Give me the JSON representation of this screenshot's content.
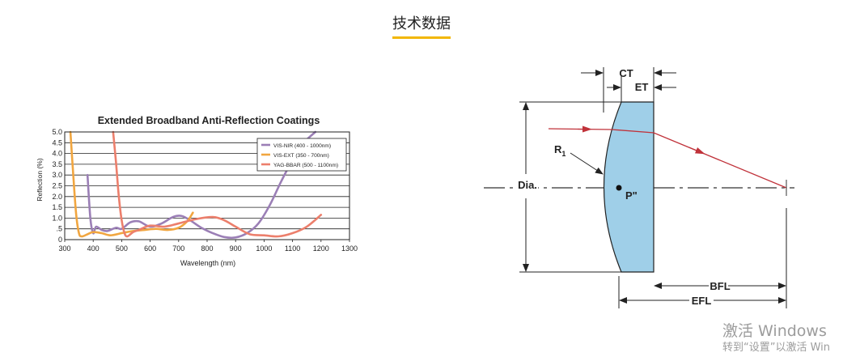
{
  "heading": "技术数据",
  "chart_data": {
    "type": "line",
    "title": "Extended Broadband Anti-Reflection Coatings",
    "xlabel": "Wavelength (nm)",
    "ylabel": "Reflection (%)",
    "xlim": [
      300,
      1300
    ],
    "ylim": [
      0,
      5.0
    ],
    "xticks": [
      300,
      400,
      500,
      600,
      700,
      800,
      900,
      1000,
      1100,
      1200,
      1300
    ],
    "yticks": [
      0,
      0.5,
      1.0,
      1.5,
      2.0,
      2.5,
      3.0,
      3.5,
      4.0,
      4.5,
      5.0
    ],
    "ytick_labels": [
      "0",
      ".5",
      "1.0",
      "1.5",
      "2.0",
      "2.5",
      "3.0",
      "3.5",
      "4.0",
      "4.5",
      "5.0"
    ],
    "grid": "horizontal",
    "legend_position": "top-right",
    "series": [
      {
        "name": "VIS-NIR (400 - 1000nm)",
        "color": "#9b7fb6",
        "x": [
          380,
          390,
          400,
          410,
          430,
          450,
          480,
          500,
          530,
          560,
          600,
          640,
          680,
          710,
          740,
          780,
          820,
          860,
          900,
          940,
          980,
          1020,
          1060,
          1100,
          1140,
          1180
        ],
        "y": [
          3.0,
          1.0,
          0.3,
          0.6,
          0.45,
          0.4,
          0.55,
          0.5,
          0.8,
          0.85,
          0.6,
          0.75,
          1.05,
          1.1,
          0.9,
          0.55,
          0.3,
          0.12,
          0.1,
          0.3,
          0.75,
          1.6,
          2.7,
          3.7,
          4.5,
          5.0
        ]
      },
      {
        "name": "VIS-EXT (350 - 700nm)",
        "color": "#f1a640",
        "x": [
          320,
          330,
          340,
          350,
          360,
          380,
          400,
          430,
          460,
          500,
          540,
          580,
          620,
          660,
          700,
          730,
          750
        ],
        "y": [
          5.0,
          3.0,
          1.2,
          0.3,
          0.15,
          0.25,
          0.35,
          0.3,
          0.2,
          0.3,
          0.4,
          0.45,
          0.5,
          0.45,
          0.55,
          0.85,
          1.25
        ]
      },
      {
        "name": "YAG-BBAR (500 - 1100nm)",
        "color": "#ec7f6c",
        "x": [
          470,
          480,
          490,
          500,
          510,
          520,
          540,
          560,
          600,
          650,
          700,
          760,
          820,
          860,
          900,
          950,
          1000,
          1050,
          1100,
          1150,
          1200
        ],
        "y": [
          5.0,
          3.6,
          2.0,
          0.9,
          0.3,
          0.15,
          0.35,
          0.45,
          0.65,
          0.6,
          0.75,
          0.95,
          1.05,
          0.9,
          0.6,
          0.25,
          0.2,
          0.15,
          0.3,
          0.6,
          1.15
        ]
      }
    ]
  },
  "diagram": {
    "labels": {
      "ct": "CT",
      "et": "ET",
      "radius": "R",
      "radius_sub": "1",
      "diameter": "Dia.",
      "principal": "P\"",
      "bfl": "BFL",
      "efl": "EFL"
    },
    "lens_fill": "#9fcfe8",
    "ray_color": "#c0323a"
  },
  "watermark": {
    "line1": "激活 Windows",
    "line2": "转到“设置”以激活 Win"
  }
}
